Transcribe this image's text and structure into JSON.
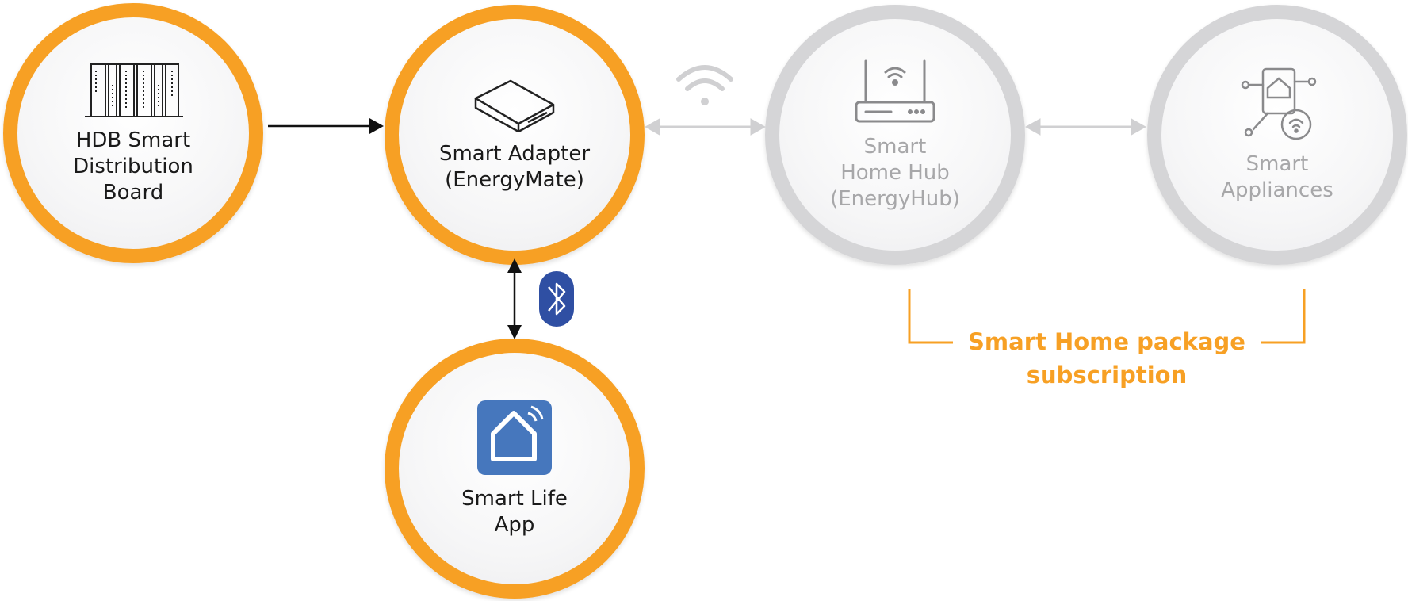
{
  "nodes": [
    {
      "label_lines": [
        "HDB Smart",
        "Distribution",
        "Board"
      ],
      "icon": "distribution-board-icon",
      "state": "active"
    },
    {
      "label_lines": [
        "Smart Adapter",
        "(EnergyMate)"
      ],
      "icon": "adapter-box-icon",
      "state": "active"
    },
    {
      "label_lines": [
        "Smart",
        "Home Hub",
        "(EnergyHub)"
      ],
      "icon": "router-icon",
      "state": "inactive"
    },
    {
      "label_lines": [
        "Smart",
        "Appliances"
      ],
      "icon": "smart-appliances-icon",
      "state": "inactive"
    },
    {
      "label_lines": [
        "Smart Life",
        "App"
      ],
      "icon": "smart-life-app-icon",
      "state": "active"
    }
  ],
  "connections": [
    {
      "from": "HDB Smart Distribution Board",
      "to": "Smart Adapter",
      "type": "one-way"
    },
    {
      "from": "Smart Adapter",
      "to": "Smart Home Hub",
      "type": "two-way",
      "medium": "wifi"
    },
    {
      "from": "Smart Home Hub",
      "to": "Smart Appliances",
      "type": "two-way"
    },
    {
      "from": "Smart Adapter",
      "to": "Smart Life App",
      "type": "two-way",
      "medium": "bluetooth"
    }
  ],
  "package": {
    "line1": "Smart Home package",
    "line2": "subscription"
  },
  "colors": {
    "active": "#f7a024",
    "inactive": "#d5d5d7",
    "bluetooth": "#2f4fa3",
    "app": "#4677bd"
  }
}
